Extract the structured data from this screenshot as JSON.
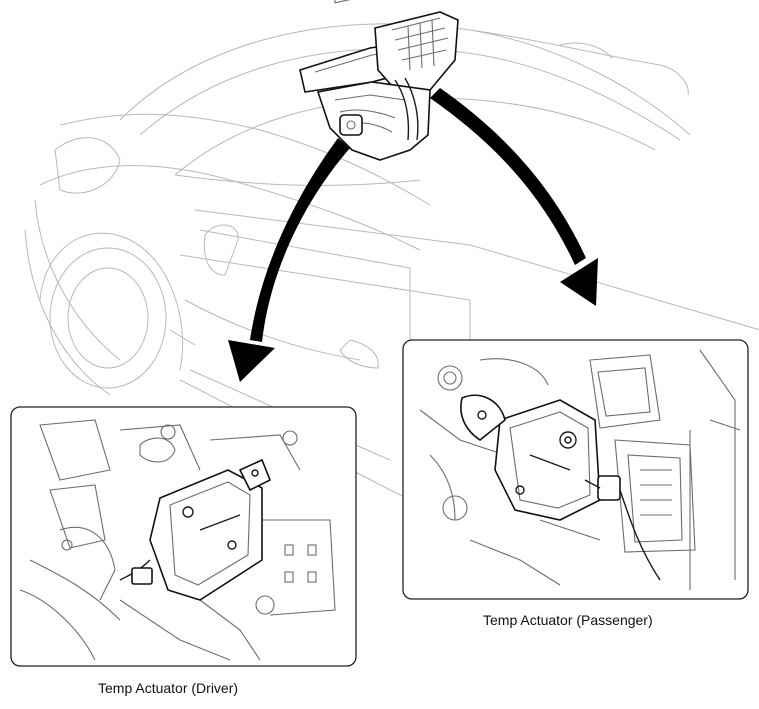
{
  "captions": {
    "driver": "Temp Actuator (Driver)",
    "passenger": "Temp Actuator (Passenger)"
  },
  "colors": {
    "background": "#ffffff",
    "line_art": "#111111",
    "faint_line": "#b9b9b9",
    "arrow_fill": "#000000"
  },
  "icons": [
    "hvac-unit-illustration",
    "vehicle-outline",
    "callout-arrow"
  ]
}
